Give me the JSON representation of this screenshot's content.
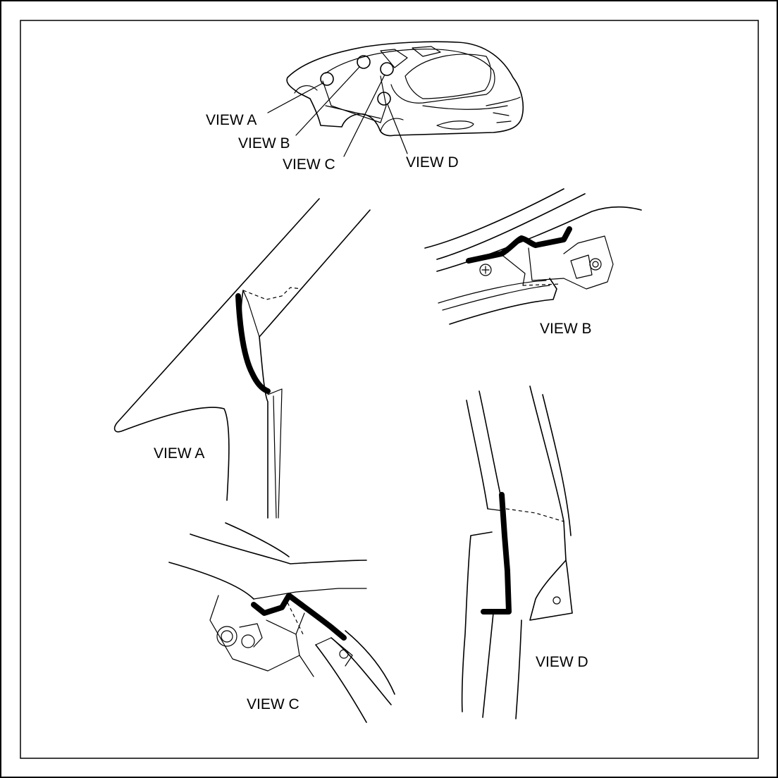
{
  "callouts": {
    "a": "VIEW A",
    "b": "VIEW B",
    "c": "VIEW C",
    "d": "VIEW D"
  },
  "views": {
    "a": "VIEW A",
    "b": "VIEW B",
    "c": "VIEW C",
    "d": "VIEW D"
  }
}
